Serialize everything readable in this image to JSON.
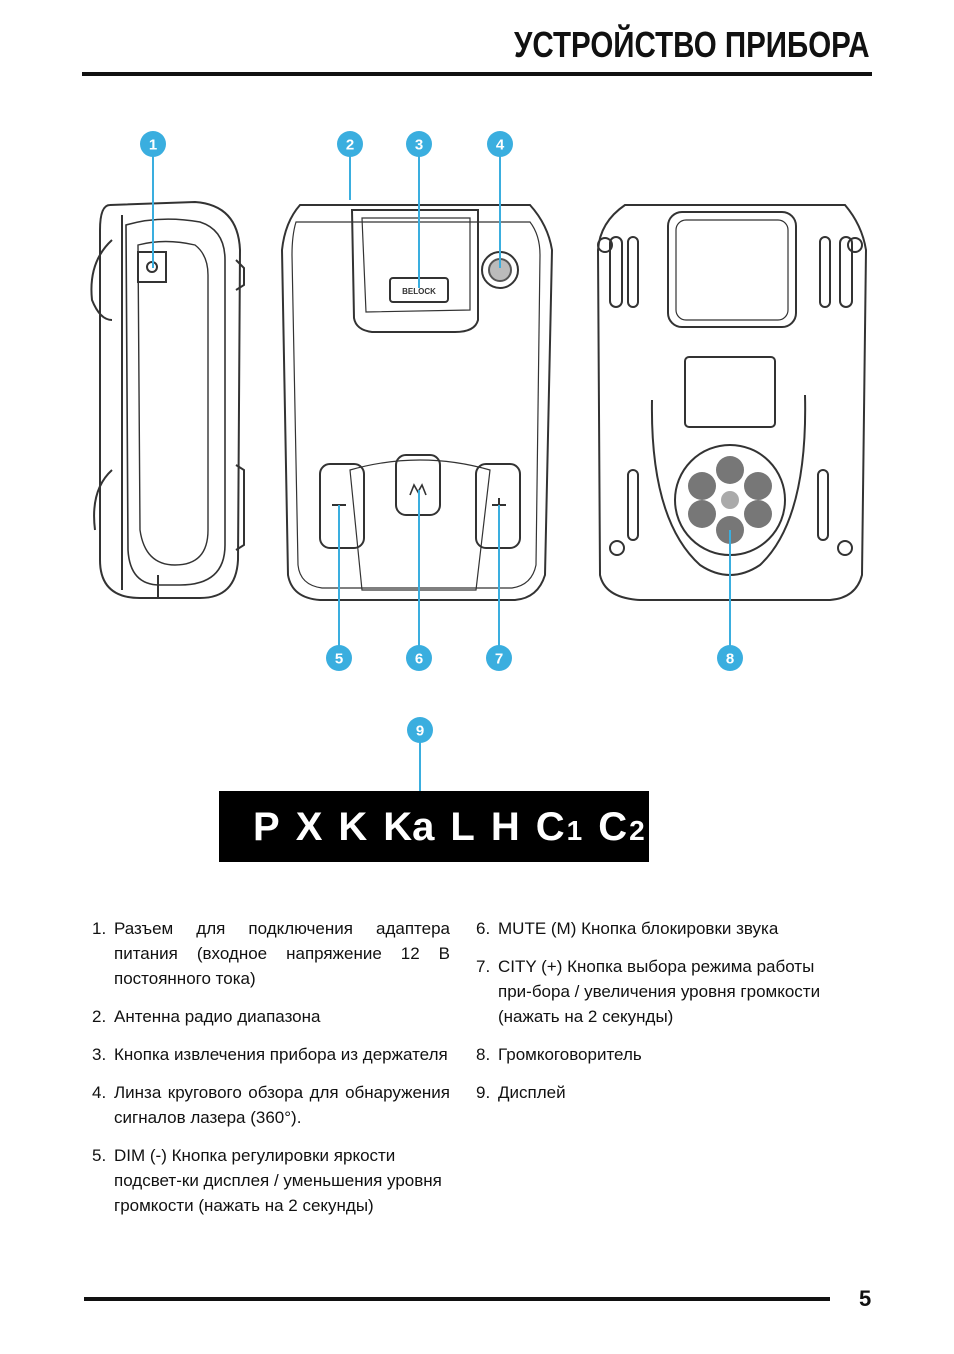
{
  "header": {
    "title": "УСТРОЙСТВО ПРИБОРА"
  },
  "footer": {
    "page_number": "5"
  },
  "callouts": [
    "1",
    "2",
    "3",
    "4",
    "5",
    "6",
    "7",
    "8",
    "9"
  ],
  "device_badge": "BELOCK",
  "display": {
    "segments": [
      {
        "main": "P",
        "sub": ""
      },
      {
        "main": "X",
        "sub": ""
      },
      {
        "main": "K",
        "sub": ""
      },
      {
        "main": "Ka",
        "sub": ""
      },
      {
        "main": "L",
        "sub": ""
      },
      {
        "main": "H",
        "sub": ""
      },
      {
        "main": "C",
        "sub": "1"
      },
      {
        "main": "C",
        "sub": "2"
      }
    ]
  },
  "legend_left": [
    {
      "n": "1.",
      "text": "Разъем для подключения адаптера питания (входное напряжение 12 В постоянного тока)"
    },
    {
      "n": "2.",
      "text": "Антенна радио диапазона"
    },
    {
      "n": "3.",
      "text": "Кнопка извлечения прибора из держателя"
    },
    {
      "n": "4.",
      "text": "Линза кругового обзора для обнаружения сигналов лазера (360°)."
    },
    {
      "n": "5.",
      "text": "DIM (-) Кнопка регулировки яркости подсвет-ки дисплея / уменьшения уровня громкости (нажать на 2 секунды)"
    }
  ],
  "legend_right": [
    {
      "n": "6.",
      "text": "MUTE (M) Кнопка блокировки звука"
    },
    {
      "n": "7.",
      "text": "CITY (+) Кнопка выбора режима работы при-бора / увеличения уровня громкости (нажать на 2 секунды)"
    },
    {
      "n": "8.",
      "text": "Громкоговоритель"
    },
    {
      "n": "9.",
      "text": "Дисплей"
    }
  ],
  "colors": {
    "callout": "#3aaedf",
    "ink": "#111111",
    "device_line": "#333333"
  }
}
